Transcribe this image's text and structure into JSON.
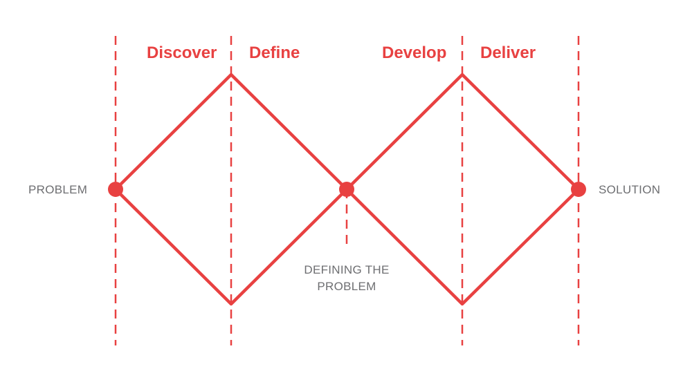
{
  "colors": {
    "accent": "#e84141",
    "label_gray": "#6d6e71",
    "background": "#ffffff"
  },
  "phases": {
    "discover": "Discover",
    "define": "Define",
    "develop": "Develop",
    "deliver": "Deliver"
  },
  "labels": {
    "problem": "PROBLEM",
    "solution": "SOLUTION",
    "midpoint_line1": "DEFINING THE",
    "midpoint_line2": "PROBLEM"
  }
}
